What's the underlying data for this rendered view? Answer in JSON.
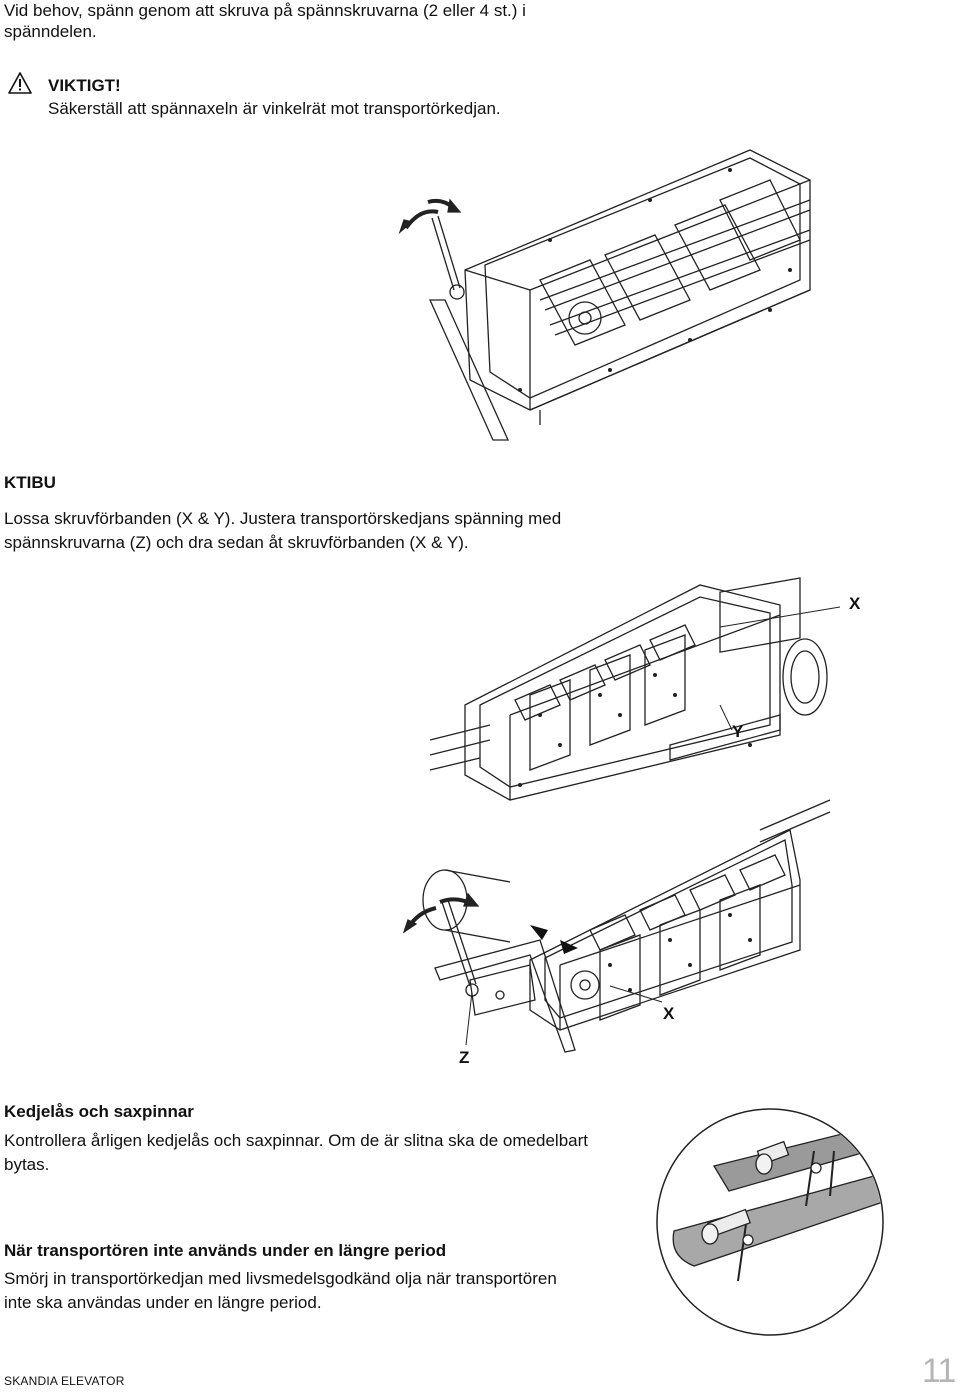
{
  "intro": {
    "line1": "Vid behov, spänn genom att skruva på spännskruvarna (2 eller 4 st.) i",
    "line2": "spänndelen."
  },
  "warning": {
    "title": "VIKTIGT!",
    "text": "Säkerställ att spännaxeln är vinkelrät mot transportörkedjan."
  },
  "ktibu": {
    "heading": "KTIBU",
    "line1": "Lossa skruvförbanden (X & Y). Justera transportörskedjans spänning med",
    "line2": "spännskruvarna (Z) och dra sedan åt skruvförbanden (X & Y)."
  },
  "figure2": {
    "label_x": "X",
    "label_y": "Y"
  },
  "figure3": {
    "label_x": "X",
    "label_z": "Z"
  },
  "chainlock": {
    "heading": "Kedjelås och saxpinnar",
    "line1": "Kontrollera årligen kedjelås och saxpinnar. Om de är slitna ska de omedelbart",
    "line2": "bytas."
  },
  "storage": {
    "heading": "När transportören inte används under en längre period",
    "line1": "Smörj in transportörkedjan med livsmedelsgodkänd olja när transportören",
    "line2": "inte ska användas under en längre period."
  },
  "footer": {
    "company": "SKANDIA ELEVATOR",
    "page": "11"
  }
}
